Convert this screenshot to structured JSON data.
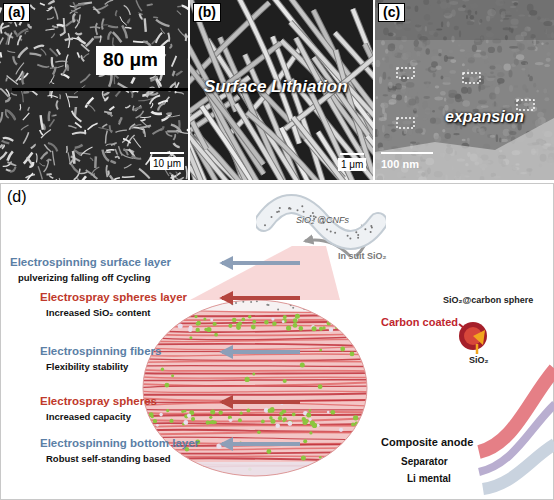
{
  "diagram": {
    "nodes": [
      {
        "text": [
          "(a)",
          "80 μm",
          "10 μm"
        ]
      },
      {
        "text": [
          "(b)",
          "Surface Lithiation",
          "1 μm"
        ]
      },
      {
        "text": [
          "(c)",
          "expansion",
          "100 nm"
        ]
      },
      {
        "text": [
          "(d)"
        ]
      },
      {
        "text": [
          "SiO₂ @CNFs"
        ],
        "in": 3
      },
      {
        "text": [
          "SiO₂@carbon sphere",
          "Carbon coated",
          "SiO₂"
        ],
        "in": 3
      },
      {
        "text": [
          "Composite anode"
        ],
        "in": 3
      },
      {
        "text": [
          "Separator"
        ],
        "in": 3
      },
      {
        "text": [
          "Li mental"
        ],
        "in": 3
      }
    ],
    "labels": [
      "Electrospinning surface layer",
      "pulverizing falling off Cycling",
      "In suit SiO₂",
      "Electrospray spheres layer",
      "Increased SiO₂ content",
      "Electrospinning fibers",
      "Flexibility stability",
      "Electrospray spheres",
      "Increased capacity",
      "Electrospinning bottom layer",
      "Robust self-standing based"
    ]
  }
}
